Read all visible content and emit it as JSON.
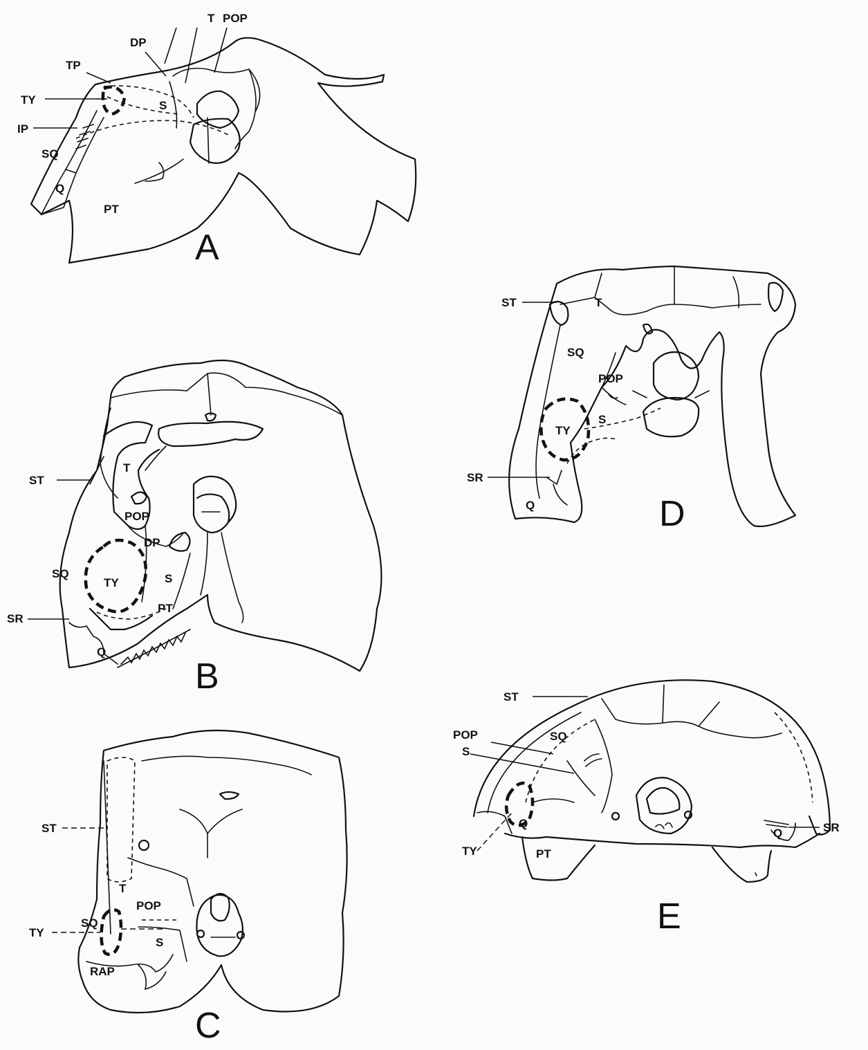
{
  "figure": {
    "panels": [
      {
        "id": "A",
        "letter": "A",
        "labels": {
          "T": "T",
          "POP": "POP",
          "DP": "DP",
          "TP": "TP",
          "TY": "TY",
          "S": "S",
          "IP": "IP",
          "SQ": "SQ",
          "Q": "Q",
          "PT": "PT"
        }
      },
      {
        "id": "B",
        "letter": "B",
        "labels": {
          "T": "T",
          "ST": "ST",
          "POP": "POP",
          "DP": "DP",
          "SQ": "SQ",
          "TY": "TY",
          "S": "S",
          "PT": "PT",
          "SR": "SR",
          "Q": "Q"
        }
      },
      {
        "id": "C",
        "letter": "C",
        "labels": {
          "ST": "ST",
          "T": "T",
          "POP": "POP",
          "SQ": "SQ",
          "TY": "TY",
          "S": "S",
          "RAP": "RAP"
        }
      },
      {
        "id": "D",
        "letter": "D",
        "labels": {
          "ST": "ST",
          "T": "T",
          "SQ": "SQ",
          "POP": "POP",
          "TY": "TY",
          "S": "S",
          "SR": "SR",
          "Q": "Q"
        }
      },
      {
        "id": "E",
        "letter": "E",
        "labels": {
          "ST": "ST",
          "SQ": "SQ",
          "POP": "POP",
          "S": "S",
          "TY": "TY",
          "Q_left": "Q",
          "Q_right": "Q",
          "PT": "PT",
          "SR": "SR"
        }
      }
    ]
  }
}
